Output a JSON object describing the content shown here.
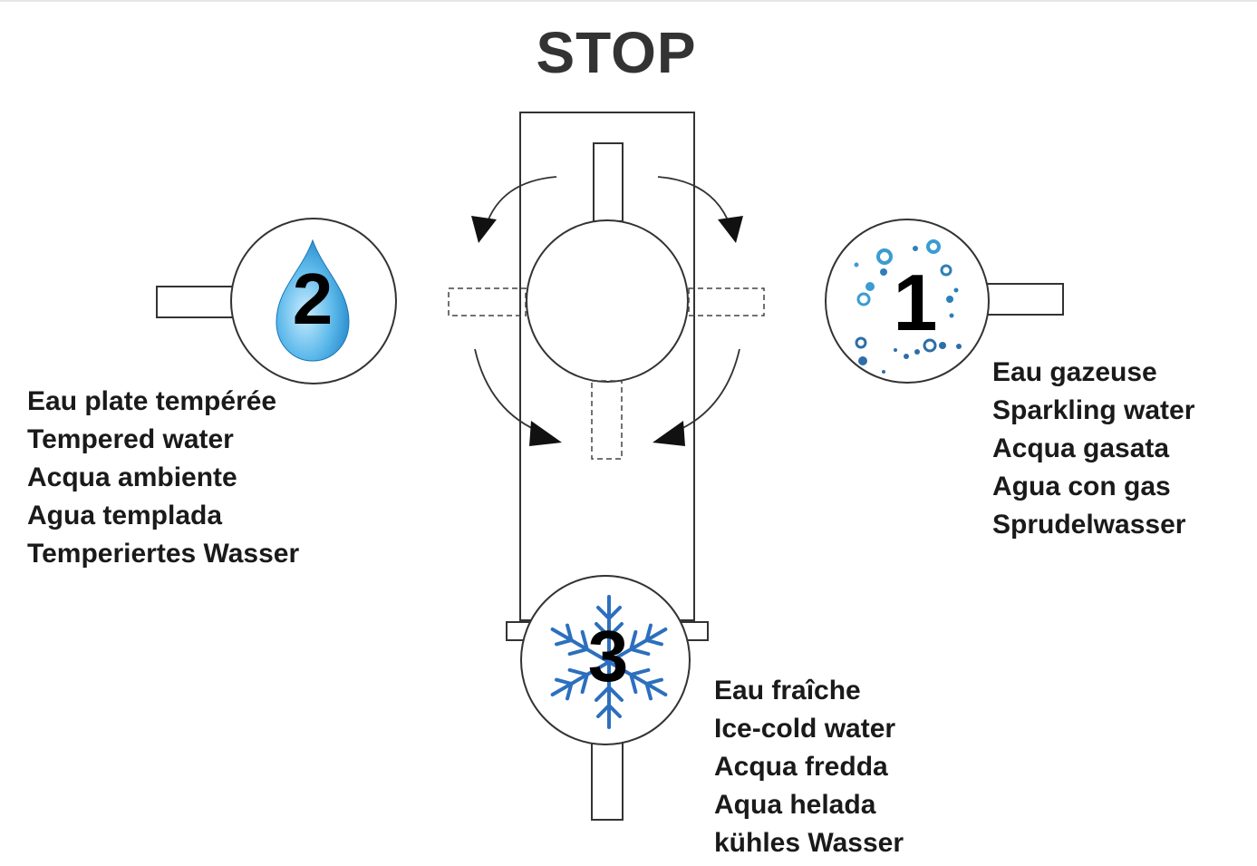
{
  "title": "STOP",
  "positions": [
    {
      "number": "2",
      "icon": "water-drop-icon",
      "labels": [
        "Eau plate tempérée",
        "Tempered water",
        "Acqua ambiente",
        "Agua templada",
        "Temperiertes Wasser"
      ]
    },
    {
      "number": "1",
      "icon": "bubbles-icon",
      "labels": [
        "Eau gazeuse",
        "Sparkling water",
        "Acqua gasata",
        "Agua con gas",
        "Sprudelwasser"
      ]
    },
    {
      "number": "3",
      "icon": "snowflake-icon",
      "labels": [
        "Eau fraîche",
        "Ice-cold water",
        "Acqua fredda",
        "Aqua helada",
        "kühles Wasser"
      ]
    }
  ],
  "colors": {
    "line": "#222222",
    "drop": "#3da2de",
    "bubbles": "#3a8fc4",
    "snowflake": "#2c6fbf"
  }
}
